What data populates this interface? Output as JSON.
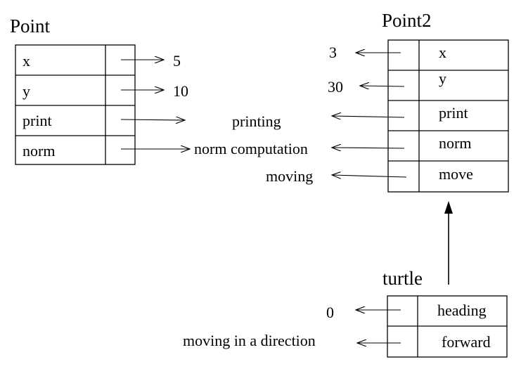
{
  "point": {
    "title": "Point",
    "slots": [
      "x",
      "y",
      "print",
      "norm"
    ],
    "values": [
      "5",
      "10",
      "printing",
      "norm computation"
    ]
  },
  "point2": {
    "title": "Point2",
    "slots": [
      "x",
      "y",
      "print",
      "norm",
      "move"
    ],
    "values": [
      "3",
      "30",
      "moving"
    ]
  },
  "turtle": {
    "title": "turtle",
    "slots": [
      "heading",
      "forward"
    ],
    "values": [
      "0",
      "moving in a direction"
    ]
  }
}
